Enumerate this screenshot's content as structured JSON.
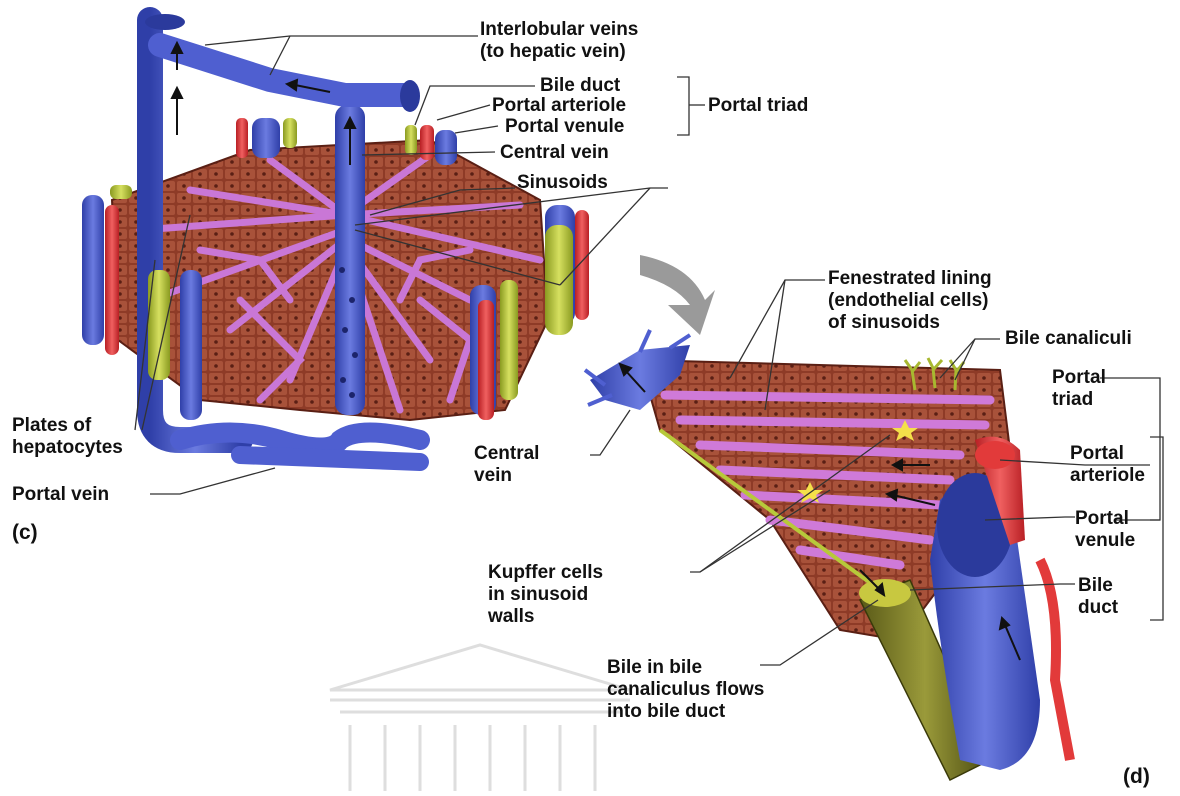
{
  "colors": {
    "vein_blue": "#4f5fd0",
    "vein_blue_dark": "#2b3a9c",
    "artery_red": "#e23a3a",
    "bile_green": "#b7c93a",
    "hepatocyte_brown": "#8a3a28",
    "sinusoid_pink": "#c66ad0",
    "leader_line": "#333333"
  },
  "panel_c": {
    "tag": "(c)",
    "labels": {
      "interlobular_veins": "Interlobular veins\n(to hepatic vein)",
      "bile_duct": "Bile duct",
      "portal_arteriole": "Portal arteriole",
      "portal_venule": "Portal venule",
      "portal_triad": "Portal triad",
      "central_vein": "Central vein",
      "sinusoids": "Sinusoids",
      "plates_of_hepatocytes": "Plates of\nhepatocytes",
      "portal_vein": "Portal vein"
    }
  },
  "panel_d": {
    "tag": "(d)",
    "labels": {
      "fenestrated_lining": "Fenestrated lining\n(endothelial cells)\nof sinusoids",
      "bile_canaliculi": "Bile canaliculi",
      "portal_triad": "Portal\ntriad",
      "portal_arteriole": "Portal\narteriole",
      "portal_venule": "Portal\nvenule",
      "bile_duct": "Bile\nduct",
      "central_vein": "Central\nvein",
      "kupffer_cells": "Kupffer cells\nin sinusoid\nwalls",
      "bile_flow": "Bile in bile\ncanaliculus flows\ninto bile duct"
    }
  }
}
